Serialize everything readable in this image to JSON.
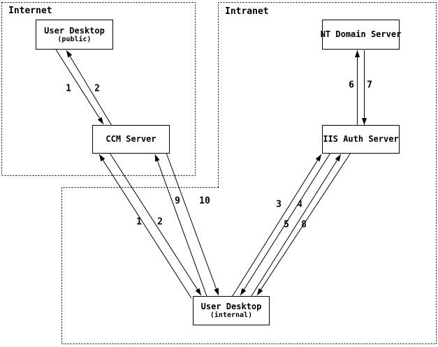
{
  "title": "CCM / IIS authentication network diagram",
  "colors": {
    "foreground": "#000000",
    "background": "#ffffff"
  },
  "regions": {
    "internet": {
      "label": "Internet"
    },
    "intranet": {
      "label": "Intranet"
    }
  },
  "nodes": [
    {
      "id": "user-desktop-public",
      "label": "User Desktop",
      "sublabel": "(public)"
    },
    {
      "id": "ccm-server",
      "label": "CCM Server",
      "sublabel": ""
    },
    {
      "id": "nt-domain-server",
      "label": "NT Domain Server",
      "sublabel": ""
    },
    {
      "id": "iis-auth-server",
      "label": "IIS Auth Server",
      "sublabel": ""
    },
    {
      "id": "user-desktop-internal",
      "label": "User Desktop",
      "sublabel": "(internal)"
    }
  ],
  "edges": [
    {
      "id": "step1-public",
      "step": "1",
      "from": "user-desktop-public",
      "to": "ccm-server"
    },
    {
      "id": "step2-public",
      "step": "2",
      "from": "ccm-server",
      "to": "user-desktop-public"
    },
    {
      "id": "step1-internal",
      "step": "1",
      "from": "user-desktop-internal",
      "to": "ccm-server"
    },
    {
      "id": "step2-internal",
      "step": "2",
      "from": "ccm-server",
      "to": "user-desktop-internal"
    },
    {
      "id": "step9",
      "step": "9",
      "from": "user-desktop-internal",
      "to": "ccm-server"
    },
    {
      "id": "step10",
      "step": "10",
      "from": "ccm-server",
      "to": "user-desktop-internal"
    },
    {
      "id": "step3",
      "step": "3",
      "from": "user-desktop-internal",
      "to": "iis-auth-server"
    },
    {
      "id": "step4",
      "step": "4",
      "from": "iis-auth-server",
      "to": "user-desktop-internal"
    },
    {
      "id": "step5",
      "step": "5",
      "from": "user-desktop-internal",
      "to": "iis-auth-server"
    },
    {
      "id": "step8",
      "step": "8",
      "from": "iis-auth-server",
      "to": "user-desktop-internal"
    },
    {
      "id": "step6",
      "step": "6",
      "from": "iis-auth-server",
      "to": "nt-domain-server"
    },
    {
      "id": "step7",
      "step": "7",
      "from": "nt-domain-server",
      "to": "iis-auth-server"
    }
  ]
}
